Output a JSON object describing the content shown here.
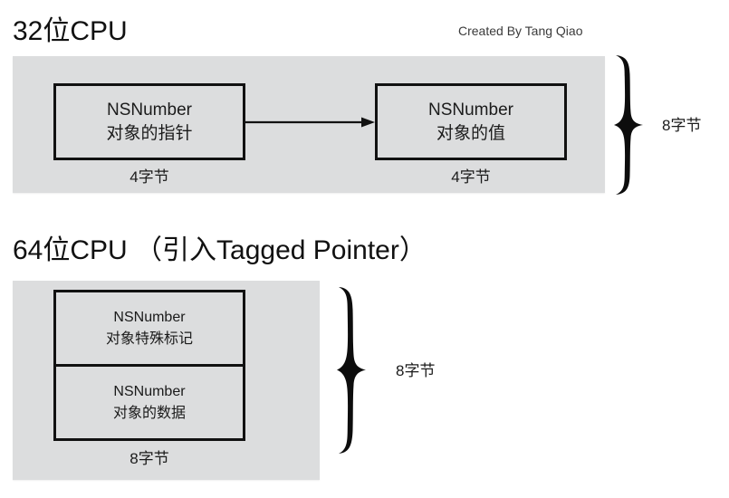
{
  "credit": "Created By Tang Qiao",
  "sections": [
    {
      "title": "32位CPU",
      "boxes": [
        {
          "line1": "NSNumber",
          "line2": "对象的指针",
          "caption": "4字节"
        },
        {
          "line1": "NSNumber",
          "line2": "对象的值",
          "caption": "4字节"
        }
      ],
      "arrow": "arrow-right",
      "brace_label": "8字节"
    },
    {
      "title": "64位CPU （引入Tagged Pointer）",
      "cells": [
        {
          "line1": "NSNumber",
          "line2": "对象特殊标记"
        },
        {
          "line1": "NSNumber",
          "line2": "对象的数据"
        }
      ],
      "caption": "8字节",
      "brace_label": "8字节"
    }
  ],
  "colors": {
    "panel_bg": "#dcddde",
    "box_border": "#111111",
    "text": "#1b1b1b",
    "page_bg": "#ffffff"
  }
}
